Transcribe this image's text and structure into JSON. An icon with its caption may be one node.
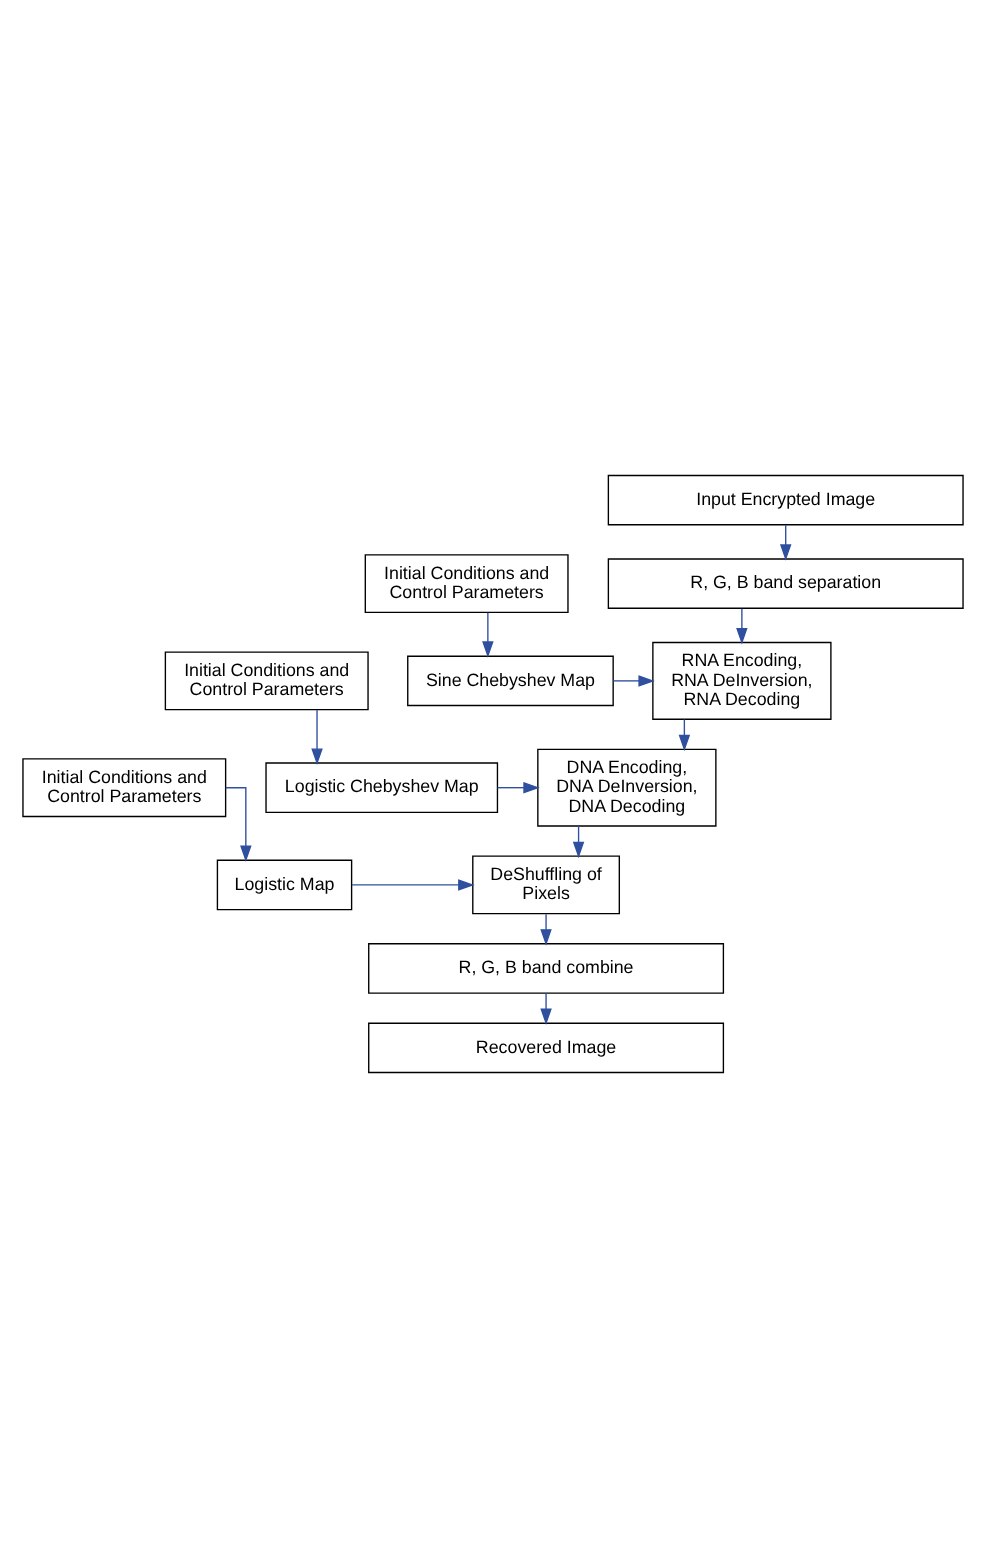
{
  "diagram": {
    "nodes": [
      {
        "text": [
          "Input Encrypted Image"
        ]
      },
      {
        "text": [
          "R, G, B band separation"
        ]
      },
      {
        "text": [
          "RNA Encoding, RNA DeInversion, RNA Decoding"
        ]
      },
      {
        "text": [
          "Initial Conditions and Control Parameters"
        ]
      },
      {
        "text": [
          "Sine Chebyshev Map"
        ]
      },
      {
        "text": [
          "DNA Encoding, DNA DeInversion, DNA Decoding"
        ]
      },
      {
        "text": [
          "Initial Conditions and Control Parameters"
        ]
      },
      {
        "text": [
          "Logistic Chebyshev Map"
        ]
      },
      {
        "text": [
          "DeShuffling of Pixels"
        ]
      },
      {
        "text": [
          "Initial Conditions and Control Parameters"
        ]
      },
      {
        "text": [
          "Logistic Map"
        ]
      },
      {
        "text": [
          "R, G, B band combine"
        ]
      },
      {
        "text": [
          "Recovered Image"
        ]
      }
    ],
    "edges": [
      {
        "from": 0,
        "to": 1,
        "arrow": "to"
      },
      {
        "from": 1,
        "to": 2,
        "arrow": "to"
      },
      {
        "from": 3,
        "to": 4,
        "arrow": "to"
      },
      {
        "from": 4,
        "to": 2,
        "arrow": "to"
      },
      {
        "from": 2,
        "to": 5,
        "arrow": "to"
      },
      {
        "from": 6,
        "to": 7,
        "arrow": "to"
      },
      {
        "from": 7,
        "to": 5,
        "arrow": "to"
      },
      {
        "from": 5,
        "to": 8,
        "arrow": "to"
      },
      {
        "from": 9,
        "to": 10,
        "arrow": "to"
      },
      {
        "from": 10,
        "to": 8,
        "arrow": "to"
      },
      {
        "from": 8,
        "to": 11,
        "arrow": "to"
      },
      {
        "from": 11,
        "to": 12,
        "arrow": "to"
      }
    ]
  }
}
